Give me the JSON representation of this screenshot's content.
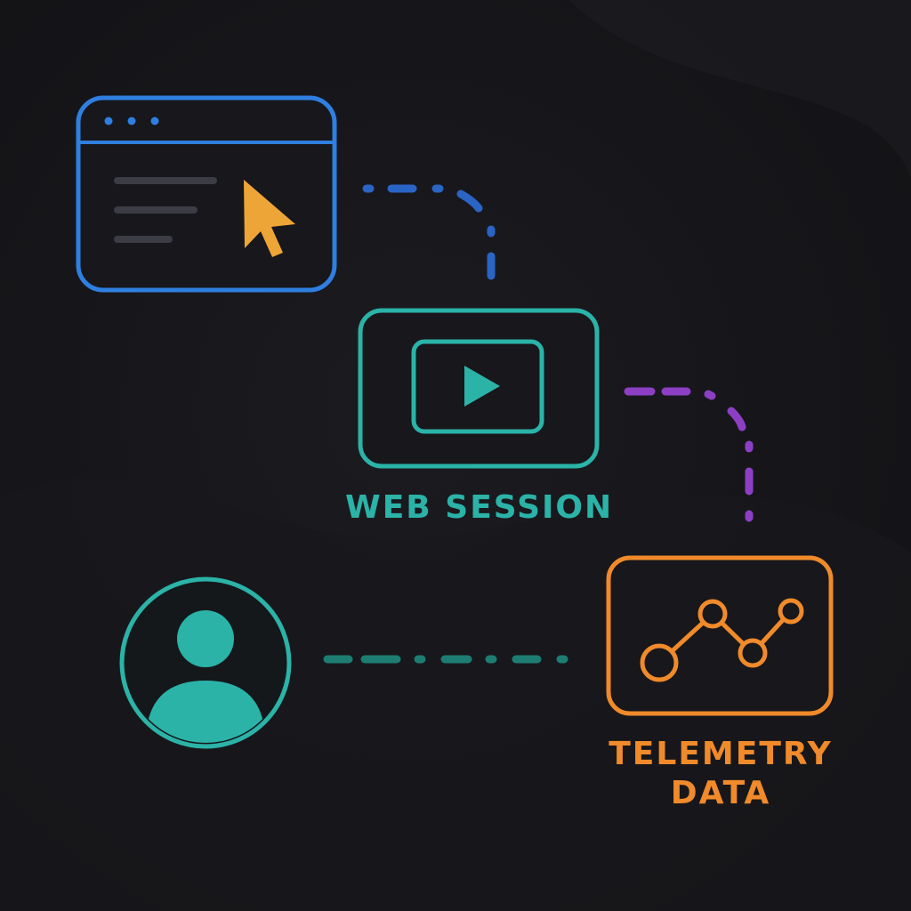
{
  "colors": {
    "background": "#16161a",
    "browser_blue": "#2f7fe0",
    "connector_blue": "#2a64c4",
    "cursor_amber": "#eea537",
    "session_teal": "#2bb3a8",
    "connector_purple": "#8d3fc4",
    "connector_teal": "#1d7d72",
    "telemetry_orange": "#f08a2a",
    "placeholder_gray": "#3c3d44"
  },
  "icons": {
    "browser": "browser-window-icon",
    "cursor": "cursor-arrow-icon",
    "session": "video-play-icon",
    "user": "user-avatar-icon",
    "telemetry": "line-chart-icon"
  },
  "nodes": {
    "web_session": {
      "label": "WEB SESSION"
    },
    "telemetry": {
      "label_line1": "TELEMETRY",
      "label_line2": "DATA"
    }
  }
}
